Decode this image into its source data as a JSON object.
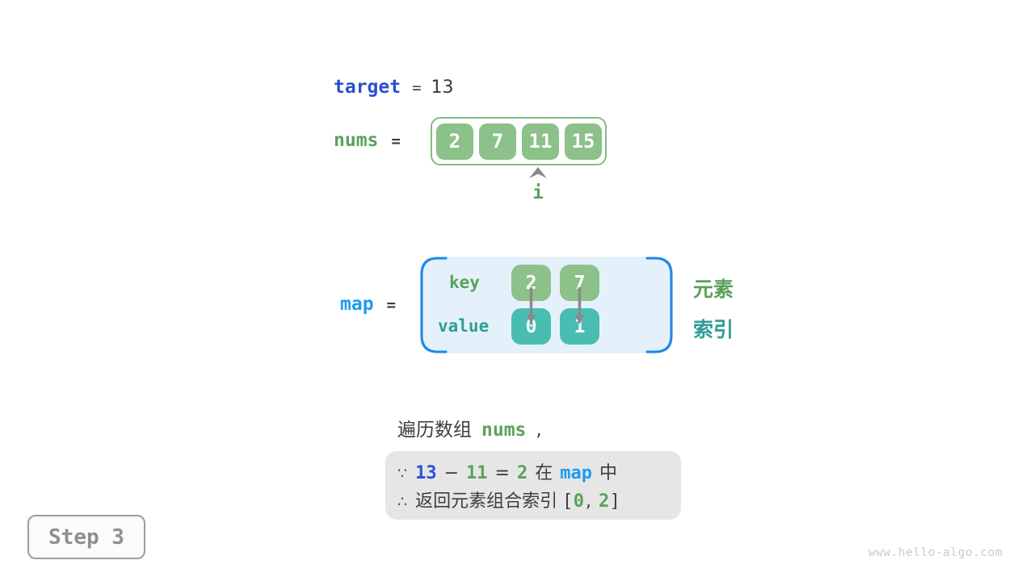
{
  "colors": {
    "royal_blue": "#2b50d0",
    "azure_blue": "#1e9bf0",
    "green_text": "#5ba15b",
    "teal_text": "#2f9e96",
    "green_cell": "#8cc18a",
    "teal_cell": "#49bdb2",
    "array_border_green": "#84bc84",
    "map_box_fill": "#e4f1fa",
    "map_bracket_blue": "#1c88e8",
    "dark_text": "#3d3d3d",
    "conclusion_box_fill": "#e6e6e6",
    "arrow_gray": "#8a8a8a",
    "step_gray": "#8f8f8f",
    "watermark_gray": "#cbcbcb"
  },
  "target_line": {
    "label": "target",
    "equals": "=",
    "value": "13"
  },
  "nums": {
    "label": "nums",
    "equals": "=",
    "values": [
      "2",
      "7",
      "11",
      "15"
    ],
    "pointer_label": "i"
  },
  "map": {
    "label": "map",
    "equals": "=",
    "key_label": "key",
    "value_label": "value",
    "entries": [
      {
        "key": "2",
        "value": "0"
      },
      {
        "key": "7",
        "value": "1"
      }
    ],
    "element_label": "元素",
    "index_label": "索引"
  },
  "caption": {
    "text": "遍历数组",
    "code": "nums",
    "comma": ","
  },
  "conclusion": {
    "because": "∵",
    "minuend": "13",
    "minus": "−",
    "subtrahend": "11",
    "equals": "=",
    "difference": "2",
    "in_word": "在",
    "map_ref": "map",
    "middle_word": "中",
    "therefore": "∴",
    "return_text": "返回元素组合索引",
    "open_bracket": "[",
    "first_index": "0",
    "comma": ",",
    "second_index": "2",
    "close_bracket": "]"
  },
  "step": {
    "label": "Step 3"
  },
  "watermark": "www.hello-algo.com"
}
